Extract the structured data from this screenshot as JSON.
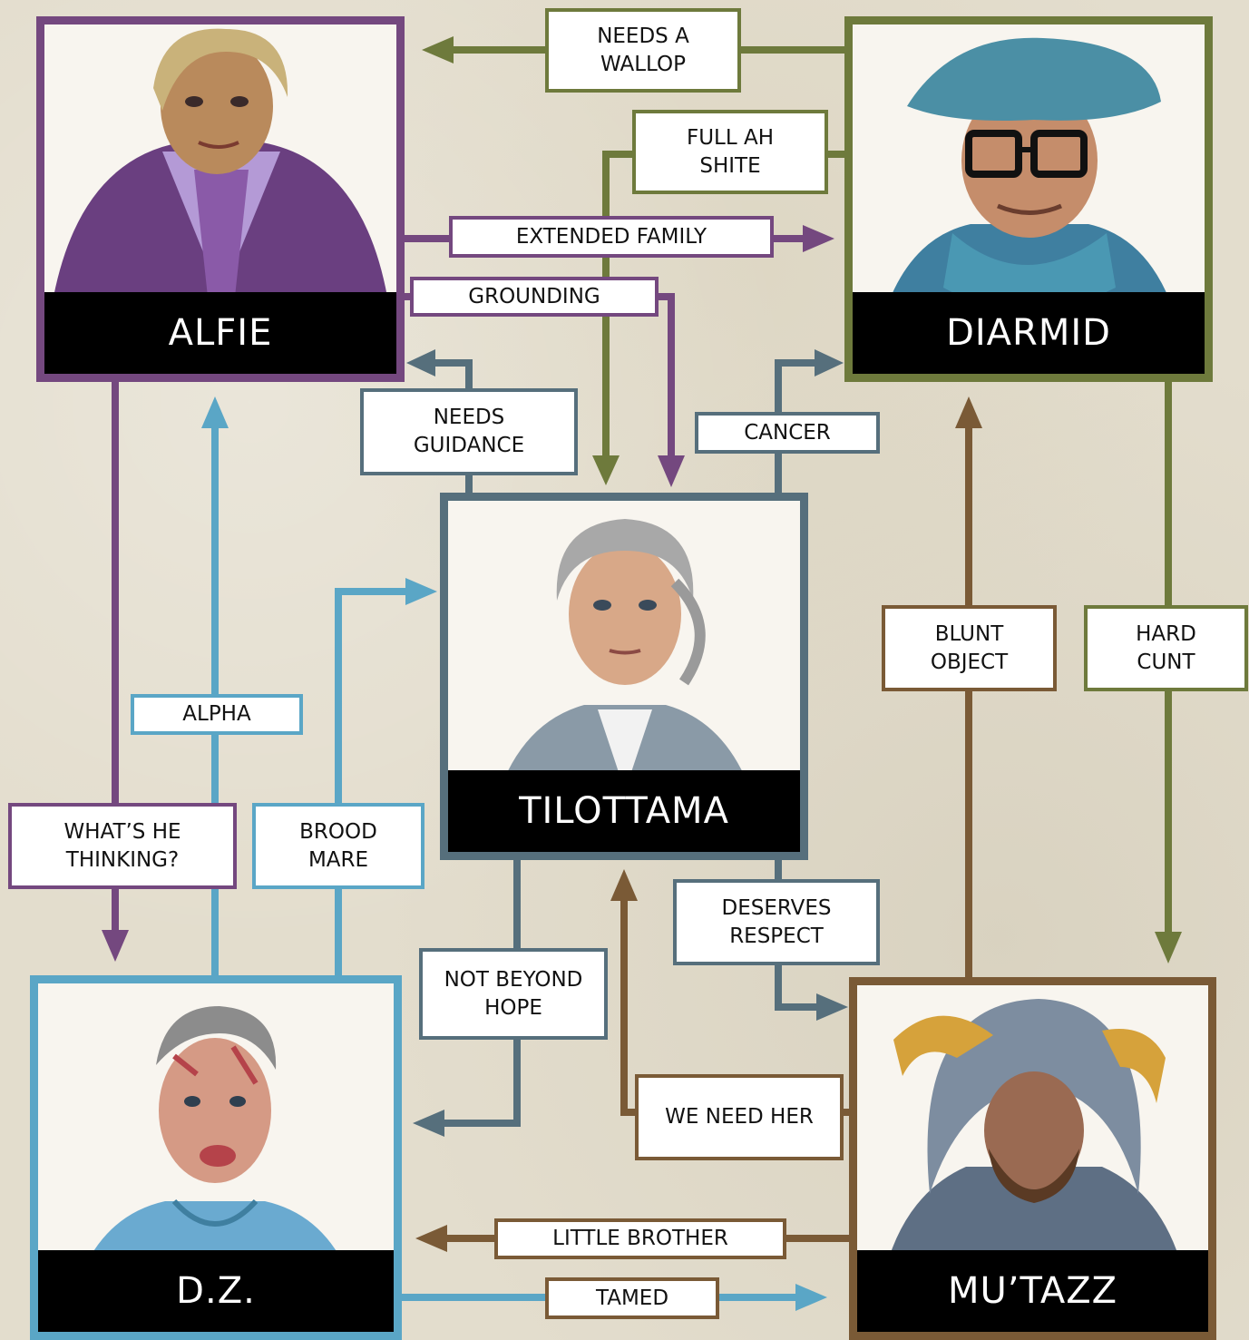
{
  "colors": {
    "alfie": "#74487f",
    "diarmid": "#6e7a3c",
    "tilottama": "#566f7c",
    "dz": "#5aa6c6",
    "mutazz": "#7a5a36"
  },
  "characters": {
    "alfie": {
      "name": "ALFIE"
    },
    "diarmid": {
      "name": "DIARMID"
    },
    "tilottama": {
      "name": "TILOTTAMA"
    },
    "dz": {
      "name": "D.Z."
    },
    "mutazz": {
      "name": "MU’TAZZ"
    }
  },
  "relations": {
    "needs_a_wallop": "NEEDS A\nWALLOP",
    "full_ah_shite": "FULL AH\nSHITE",
    "extended_family": "EXTENDED FAMILY",
    "grounding": "GROUNDING",
    "needs_guidance": "NEEDS\nGUIDANCE",
    "cancer": "CANCER",
    "blunt_object": "BLUNT\nOBJECT",
    "hard_cunt": "HARD\nCUNT",
    "alpha": "ALPHA",
    "whats_he_thinking": "WHAT’S HE\nTHINKING?",
    "brood_mare": "BROOD\nMARE",
    "deserves_respect": "DESERVES\nRESPECT",
    "not_beyond_hope": "NOT BEYOND\nHOPE",
    "we_need_her": "WE NEED HER",
    "little_brother": "LITTLE BROTHER",
    "tamed": "TAMED"
  }
}
